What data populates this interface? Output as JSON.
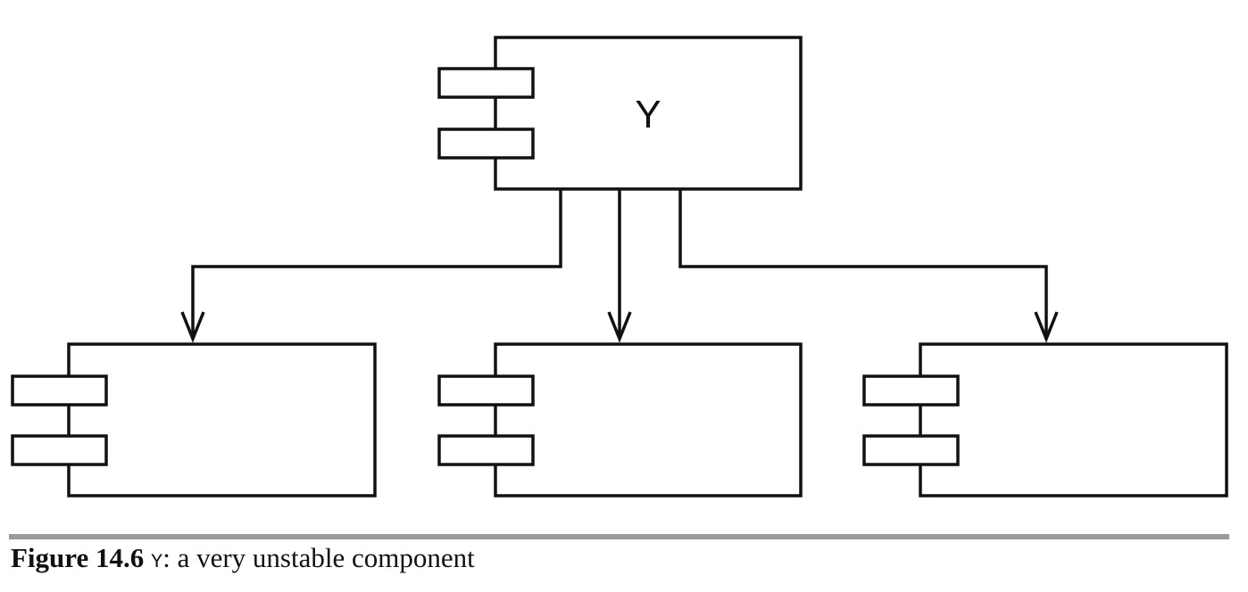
{
  "diagram": {
    "components": [
      {
        "id": "Y",
        "label": "Y"
      },
      {
        "id": "dependent-1",
        "label": ""
      },
      {
        "id": "dependent-2",
        "label": ""
      },
      {
        "id": "dependent-3",
        "label": ""
      }
    ],
    "edges": [
      {
        "from": "Y",
        "to": "dependent-1"
      },
      {
        "from": "Y",
        "to": "dependent-2"
      },
      {
        "from": "Y",
        "to": "dependent-3"
      }
    ]
  },
  "caption": {
    "figure_number": "Figure 14.6",
    "code": "Y",
    "text": ": a very unstable component"
  },
  "colors": {
    "stroke": "#111111",
    "background": "#ffffff",
    "caption_rule": "#9a9a9a"
  }
}
